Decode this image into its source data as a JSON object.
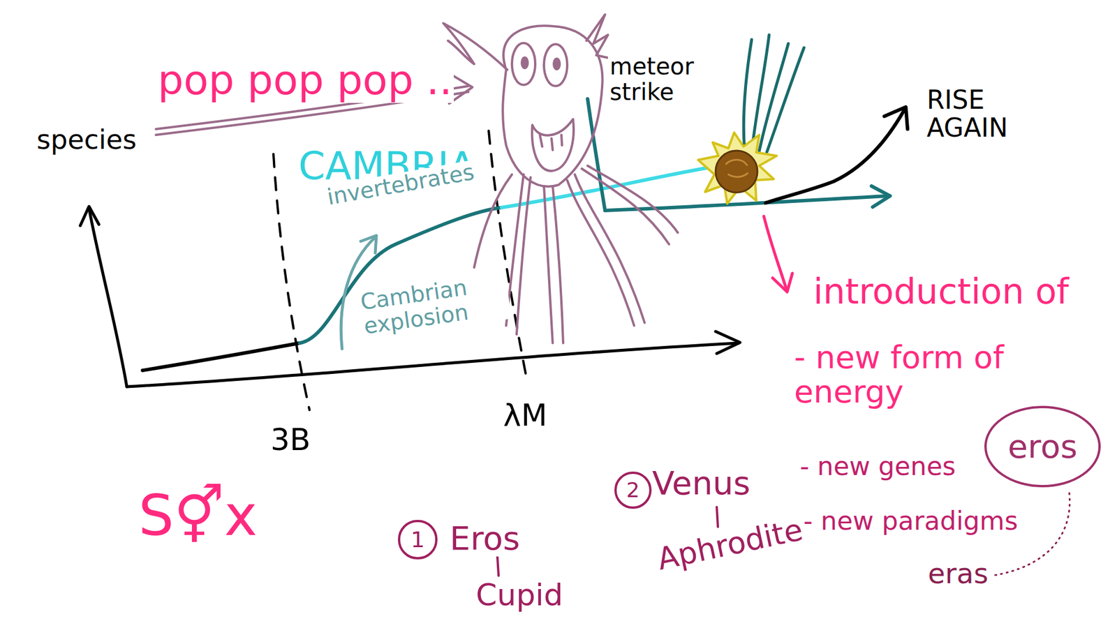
{
  "diagram": {
    "nodes": [
      {
        "text": [
          "eros"
        ]
      },
      {
        "text": [
          "2"
        ]
      },
      {
        "text": [
          "1"
        ]
      }
    ],
    "labels": [
      "species",
      "pop pop pop ..",
      "meteor strike",
      "CAMBRIA",
      "invertebrates",
      "Cambrian explosion",
      "3B",
      "λM",
      "RISE AGAIN",
      "introduction of",
      "- new form of energy",
      "- new genes",
      "- new paradigms",
      "eras",
      "S⚥x",
      "Eros",
      "Cupid",
      "Venus",
      "Aphrodite"
    ]
  }
}
